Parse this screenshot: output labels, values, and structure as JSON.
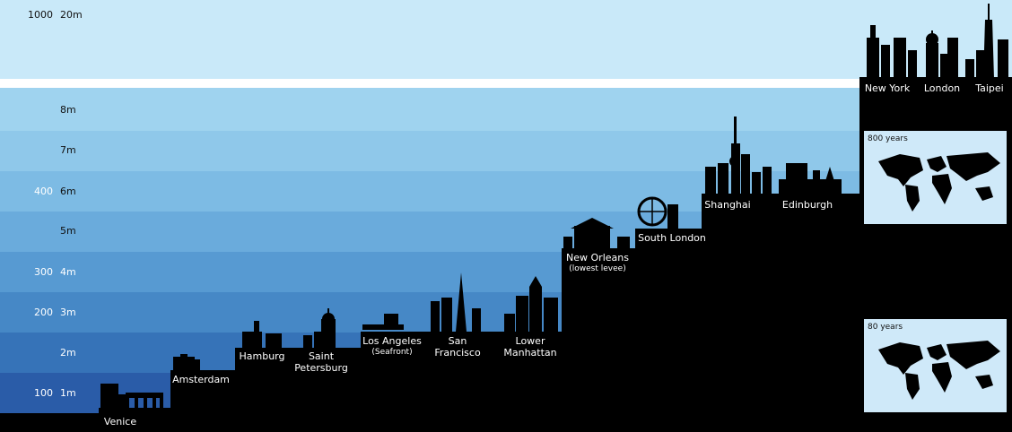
{
  "scale_labels": [
    {
      "years": "1000",
      "height": "20m"
    },
    {
      "years": "",
      "height": "8m"
    },
    {
      "years": "",
      "height": "7m"
    },
    {
      "years": "400",
      "height": "6m"
    },
    {
      "years": "",
      "height": "5m"
    },
    {
      "years": "300",
      "height": "4m"
    },
    {
      "years": "200",
      "height": "3m"
    },
    {
      "years": "",
      "height": "2m"
    },
    {
      "years": "100",
      "height": "1m"
    }
  ],
  "cities": [
    {
      "name": "Venice",
      "sub": ""
    },
    {
      "name": "Amsterdam",
      "sub": ""
    },
    {
      "name": "Hamburg",
      "sub": ""
    },
    {
      "name": "Saint Petersburg",
      "sub": ""
    },
    {
      "name": "Los Angeles",
      "sub": "(Seafront)"
    },
    {
      "name": "San Francisco",
      "sub": ""
    },
    {
      "name": "Lower Manhattan",
      "sub": ""
    },
    {
      "name": "New Orleans",
      "sub": "(lowest levee)"
    },
    {
      "name": "South London",
      "sub": ""
    },
    {
      "name": "Shanghai",
      "sub": ""
    },
    {
      "name": "Edinburgh",
      "sub": ""
    },
    {
      "name": "New York",
      "sub": ""
    },
    {
      "name": "London",
      "sub": ""
    },
    {
      "name": "Taipei",
      "sub": ""
    }
  ],
  "panels": [
    {
      "title": "800 years"
    },
    {
      "title": "80 years"
    }
  ],
  "colors": {
    "band_top": "#c7e8f8",
    "band_bottom": "#2a5aa8",
    "silhouette": "#000000",
    "panel_bg": "#cfe9f9"
  }
}
